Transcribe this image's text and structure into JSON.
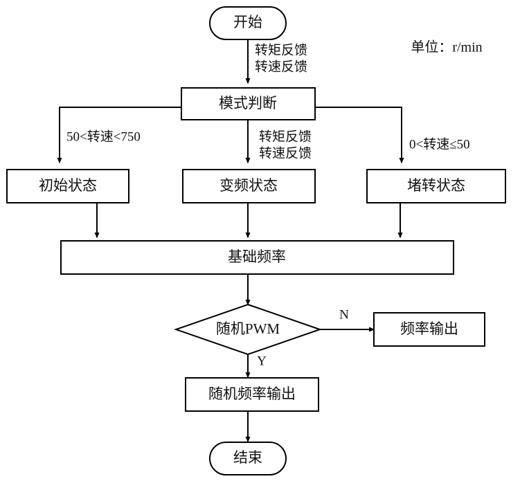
{
  "diagram": {
    "title_note": "单位：r/min",
    "nodes": {
      "start": {
        "label": "开始",
        "type": "terminator"
      },
      "mode_decision": {
        "label": "模式判断",
        "type": "process"
      },
      "initial_state": {
        "label": "初始状态",
        "type": "process"
      },
      "vfd_state": {
        "label": "变频状态",
        "type": "process"
      },
      "stall_state": {
        "label": "堵转状态",
        "type": "process"
      },
      "base_frequency": {
        "label": "基础频率",
        "type": "process"
      },
      "random_pwm": {
        "label": "随机PWM",
        "type": "decision"
      },
      "frequency_output": {
        "label": "频率输出",
        "type": "process"
      },
      "random_frequency_output": {
        "label": "随机频率输出",
        "type": "process"
      },
      "end": {
        "label": "结束",
        "type": "terminator"
      }
    },
    "edge_labels": {
      "start_to_mode_line1": "转矩反馈",
      "start_to_mode_line2": "转速反馈",
      "mode_to_initial": "50<转速<750",
      "mode_to_vfd_line1": "转矩反馈",
      "mode_to_vfd_line2": "转速反馈",
      "mode_to_stall": "0<转速≤50",
      "pwm_no": "N",
      "pwm_yes": "Y"
    },
    "colors": {
      "stroke": "#000000",
      "fill": "#ffffff",
      "text": "#111111"
    }
  }
}
